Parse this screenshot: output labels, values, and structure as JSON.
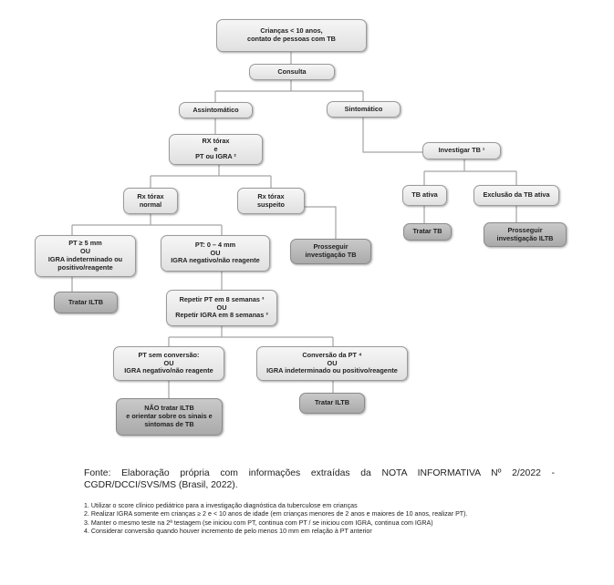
{
  "flowchart": {
    "nodes": {
      "start": "Crianças < 10 anos,\ncontato de pessoas com TB",
      "consulta": "Consulta",
      "assintomatico": "Assintomático",
      "sintomatico": "Sintomático",
      "rx_pt_igra": "RX tórax\ne\nPT ou IGRA ²",
      "investigar_tb": "Investigar TB ¹",
      "rx_normal": "Rx tórax\nnormal",
      "rx_suspeito": "Rx tórax\nsuspeito",
      "tb_ativa": "TB ativa",
      "exclusao_tb": "Exclusão da TB ativa",
      "pt_5mm": "PT ≥ 5 mm\nOU\nIGRA  indeterminado ou\npositivo/reagente",
      "pt_0_4": "PT: 0 – 4 mm\nOU\nIGRA negativo/não reagente",
      "prosseguir_tb": "Prosseguir\ninvestigação TB",
      "tratar_tb": "Tratar TB",
      "prosseguir_iltb": "Prosseguir\ninvestigação ILTB",
      "tratar_iltb_1": "Tratar ILTB",
      "repetir": "Repetir PT em 8 semanas ³\nOU\nRepetir IGRA em 8 semanas ³",
      "pt_sem_conversao": "PT sem conversão:\nOU\nIGRA negativo/não reagente",
      "conversao_pt": "Conversão da PT ⁴\nOU\nIGRA  indeterminado ou positivo/reagente",
      "nao_tratar": "NÃO tratar ILTB\ne orientar sobre os sinais e\nsintomas de TB",
      "tratar_iltb_2": "Tratar ILTB"
    }
  },
  "source_text": "Fonte:    Elaboração própria com informações extraídas da NOTA INFORMATIVA Nº 2/2022 - CGDR/DCCI/SVS/MS (Brasil, 2022).",
  "notes": [
    "1. Utilizar o score clínico pediátrico para a investigação diagnóstica da tuberculose em crianças",
    "2. Realizar IGRA somente em crianças ≥ 2 e < 10 anos de idade (em crianças menores de 2 anos e maiores de 10 anos, realizar PT).",
    "3. Manter o mesmo teste na 2ª testagem (se iniciou com PT, continua com PT / se iniciou com IGRA, continua com IGRA)",
    "4. Considerar conversão quando houver incremento de pelo menos 10 mm em relação à PT anterior"
  ],
  "colors": {
    "light_box": "#e8e8e8",
    "dark_box": "#b8b8b8",
    "connector": "#a0a0a0"
  }
}
